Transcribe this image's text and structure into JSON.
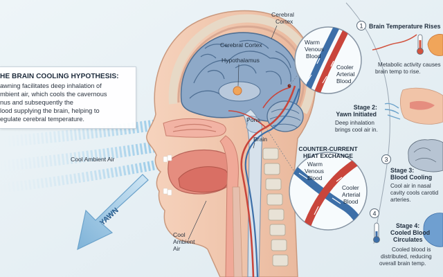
{
  "hypothesis": {
    "title": "HE BRAIN COOLING HYPOTHESIS:",
    "lines": [
      "awning facilitates deep inhalation of",
      "mbient air, which cools the cavernous",
      "nus and subsequently the",
      "lood supplying the brain, helping to",
      "egulate cerebral temperature."
    ]
  },
  "labels": {
    "cerebral_cortex_1": "Cerebral",
    "cerebral_cortex_2": "Cortex",
    "cerebral_cortex_inner": "Cerebral Cortex",
    "hypothalamus": "Hypothalamus",
    "pons": "Pons",
    "brain": "Brain",
    "cool_air_left": "Cool Ambient Air",
    "yawn": "YAWN",
    "cool_air_bottom": [
      "Cool",
      "Ambient",
      "Air"
    ]
  },
  "circle_top": {
    "warm": [
      "Warm",
      "Venous",
      "Blood"
    ],
    "cool": [
      "Cooler",
      "Arterial",
      "Blood"
    ]
  },
  "circle_bottom": {
    "title": [
      "COUNTER-CURRENT",
      "HEAT EXCHANGE"
    ],
    "warm": [
      "Warm",
      "Venous",
      "Blood"
    ],
    "cool": [
      "Cooler",
      "Arterial",
      "Blood"
    ]
  },
  "stages": [
    {
      "number": "1",
      "title": [
        "Brain Temperature Rises"
      ],
      "desc": [
        "Metabolic activity causes",
        "brain temp to rise."
      ]
    },
    {
      "number": "",
      "title": [
        "Stage 2:",
        "Yawn Initiated"
      ],
      "desc": [
        "Deep inhalation",
        "brings cool air in."
      ]
    },
    {
      "number": "3",
      "title": [
        "Stage 3:",
        "Blood Cooling"
      ],
      "desc": [
        "Cool air in nasal",
        "cavity cools carotid",
        "arteries."
      ]
    },
    {
      "number": "4",
      "title": [
        "Stage 4:",
        "Cooled Blood",
        "Circulates"
      ],
      "desc": [
        "Cooled blood is",
        "distributed, reducing",
        "overall brain temp."
      ]
    }
  ],
  "colors": {
    "skin": "#f1c4a8",
    "brain": "#8ea9c8",
    "artery": "#c9453b",
    "vein": "#3d6fa8",
    "air": "#a9d3ec"
  }
}
